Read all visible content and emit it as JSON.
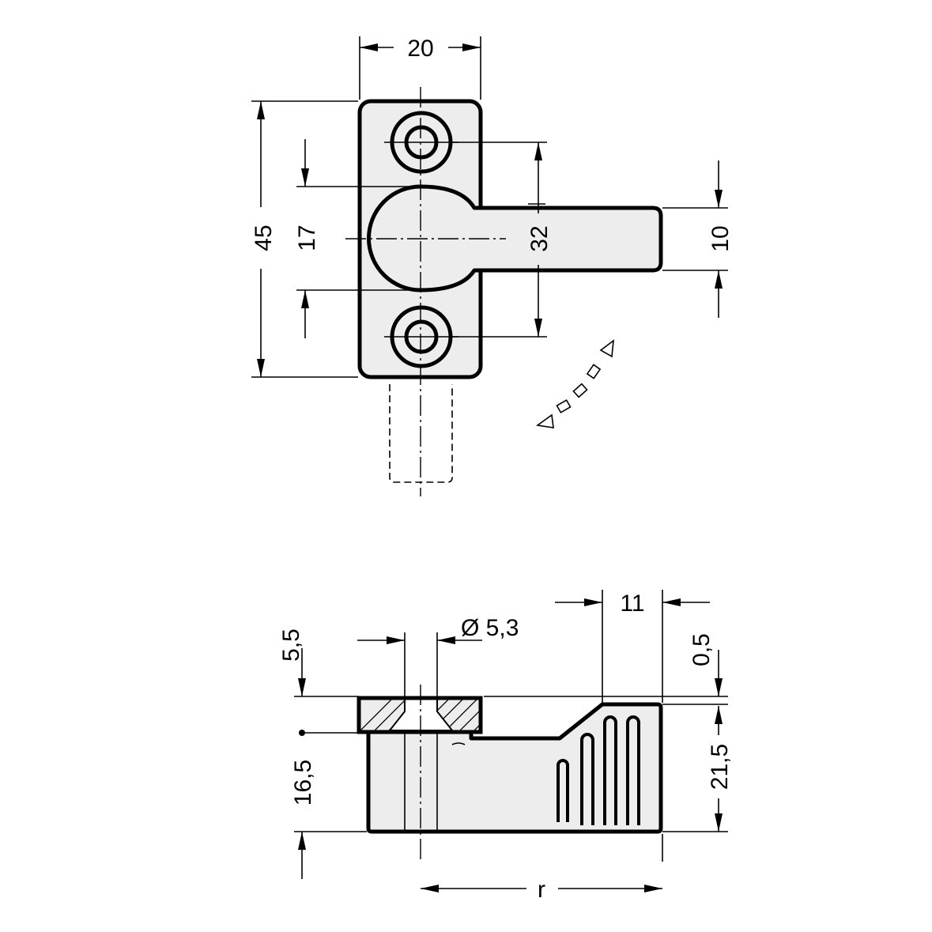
{
  "drawing": {
    "top_view": {
      "dim_width": "20",
      "dim_height": "45",
      "dim_keyhole": "17",
      "dim_hole_spacing": "32",
      "dim_arm": "10"
    },
    "side_view": {
      "dim_counterbore": "5,5",
      "dim_hole_diameter": "Ø 5,3",
      "dim_arm_length": "11",
      "dim_offset": "0,5",
      "dim_lower_height": "16,5",
      "dim_total_height": "21,5",
      "dim_radius": "r"
    }
  }
}
